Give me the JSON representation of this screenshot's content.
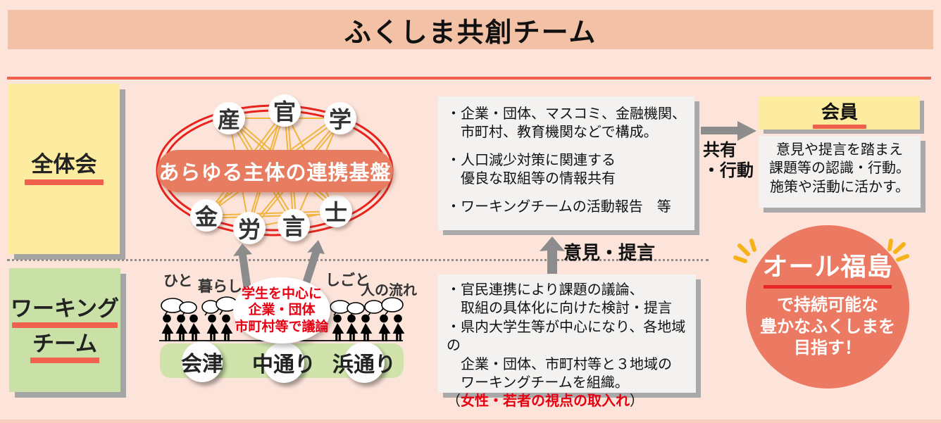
{
  "title": "ふくしま共創チーム",
  "sections": {
    "plenary": "全体会",
    "working1": "ワーキング",
    "working2": "チーム"
  },
  "network": {
    "center": "あらゆる主体の連携基盤",
    "nodes": [
      "産",
      "官",
      "学",
      "金",
      "労",
      "言",
      "士"
    ]
  },
  "plenary_box": {
    "b1l1": "・企業・団体、マスコミ、金融機関、",
    "b1l2": "　市町村、教育機関などで構成。",
    "b2l1": "・人口減少対策に関連する",
    "b2l2": "　優良な取組等の情報共有",
    "b3l1": "・ワーキングチームの活動報告　等"
  },
  "share_arrow": {
    "line1": "共有",
    "line2": "・行動"
  },
  "member": {
    "title": "会員",
    "l1": "意見や提言を踏まえ",
    "l2": "課題等の認識・行動。",
    "l3": "施策や活動に活かす。"
  },
  "opinion_label": "意見・提言",
  "working_box": {
    "l1": "・官民連携により課題の議論、",
    "l2": "　取組の具体化に向けた検討・提言",
    "l3": "・県内大学生等が中心になり、各地域の",
    "l4": "　企業・団体、市町村等と３地域の",
    "l5": "　ワーキングチームを組織。",
    "paren_open": "（",
    "red_text": "女性・若者の視点の取入れ",
    "paren_close": "）"
  },
  "student_cloud": {
    "l1": "学生を中心に",
    "l2": "企業・団体",
    "l3": "市町村等で議論"
  },
  "people_labels": {
    "hito": "ひと",
    "kurashi": "暮らし",
    "shigoto": "しごと",
    "nagare": "人の流れ"
  },
  "regions": [
    "会津",
    "中通り",
    "浜通り"
  ],
  "goal_circle": {
    "title": "オール福島",
    "l1": "で持続可能な",
    "l2": "豊かなふくしまを",
    "l3": "目指す！"
  },
  "colors": {
    "background": "#fce4da",
    "title_bar": "#f3c2a6",
    "accent_red": "#ef614c",
    "bright_red_line": "#e8231e",
    "gold_line": "#f0b53e",
    "yellow_box": "#fdeca0",
    "green_box": "#c9e0a6",
    "salmon_fill": "#e87c61",
    "goal_fill": "#ec7961",
    "gray_arrow": "#8c8c8c",
    "box_gray": "#f3f2f1",
    "text_red": "#e60012"
  }
}
